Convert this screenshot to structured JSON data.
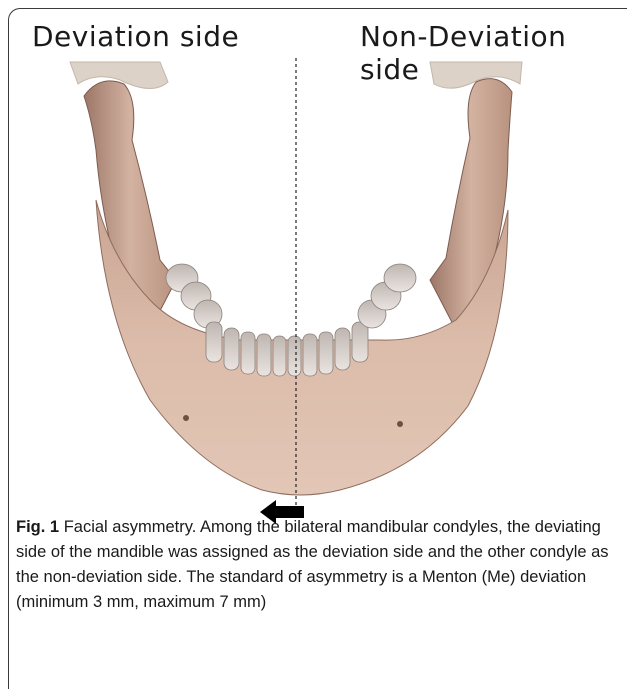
{
  "figure": {
    "left_label": "Deviation side",
    "right_label": "Non-Deviation side"
  },
  "caption": {
    "number": "Fig. 1",
    "text": "Facial asymmetry. Among the bilateral mandibular condyles, the deviating side of the mandible was assigned as the deviation side and the other condyle as the non-deviation side. The standard of asymmetry is a Menton (Me) deviation (minimum 3 mm, maximum 7 mm)"
  },
  "colors": {
    "bone": "#d9b8a4",
    "bone_shadow": "#a98575",
    "teeth": "#d8d0cc",
    "fossa": "#ddd2c7"
  }
}
